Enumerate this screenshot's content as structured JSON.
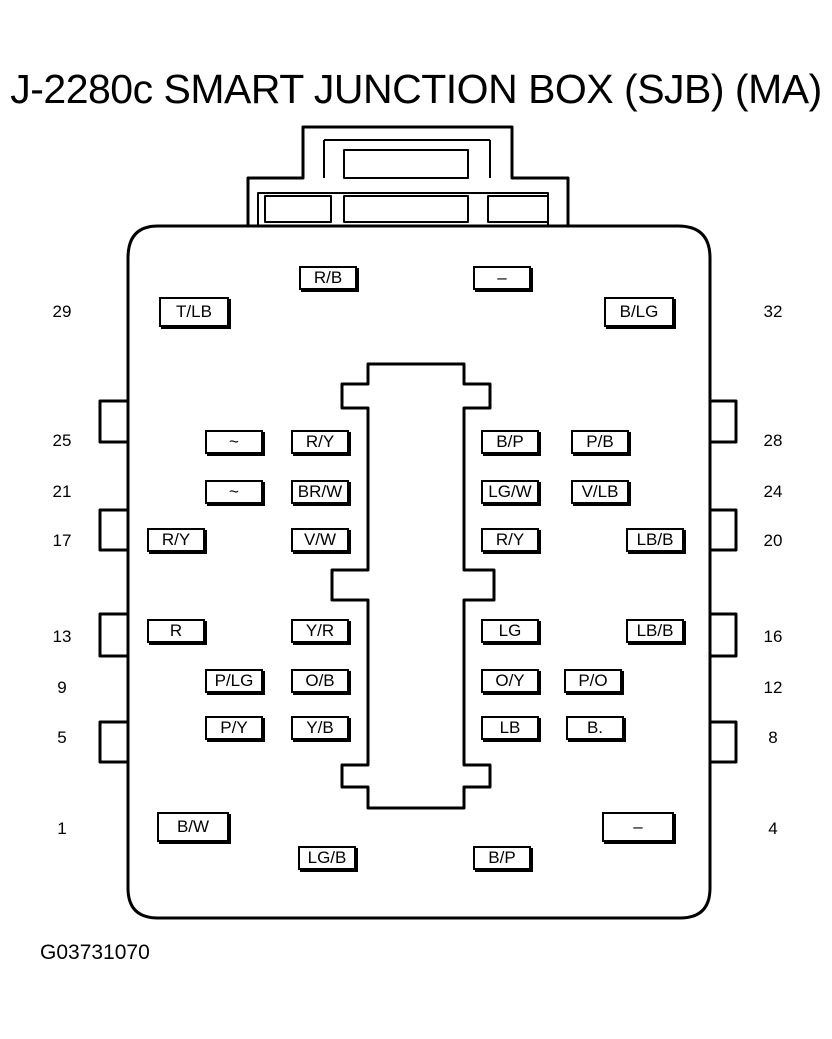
{
  "title": "J-2280c SMART JUNCTION BOX (SJB) (MA)",
  "figure_id": "G03731070",
  "pin_numbers": {
    "p29": "29",
    "p25": "25",
    "p21": "21",
    "p17": "17",
    "p13": "13",
    "p9": "9",
    "p5": "5",
    "p1": "1",
    "p32": "32",
    "p28": "28",
    "p24": "24",
    "p20": "20",
    "p16": "16",
    "p12": "12",
    "p8": "8",
    "p4": "4"
  },
  "wires": {
    "top_center_left": "R/B",
    "top_center_right": "–",
    "row29_outer": "T/LB",
    "row32_outer": "B/LG",
    "row25_inner": "~",
    "row25_mid": "R/Y",
    "row28_mid": "B/P",
    "row28_inner": "P/B",
    "row21_inner": "~",
    "row21_mid": "BR/W",
    "row24_mid": "LG/W",
    "row24_inner": "V/LB",
    "row17_outer": "R/Y",
    "row17_mid": "V/W",
    "row20_mid": "R/Y",
    "row20_outer": "LB/B",
    "row13_outer": "R",
    "row13_mid": "Y/R",
    "row16_mid": "LG",
    "row16_outer": "LB/B",
    "row9_inner": "P/LG",
    "row9_mid": "O/B",
    "row12_mid": "O/Y",
    "row12_inner": "P/O",
    "row5_inner": "P/Y",
    "row5_mid": "Y/B",
    "row8_mid": "LB",
    "row8_inner": "B.",
    "row1_outer": "B/W",
    "row4_outer": "–",
    "bottom_center_left": "LG/B",
    "bottom_center_right": "B/P"
  }
}
